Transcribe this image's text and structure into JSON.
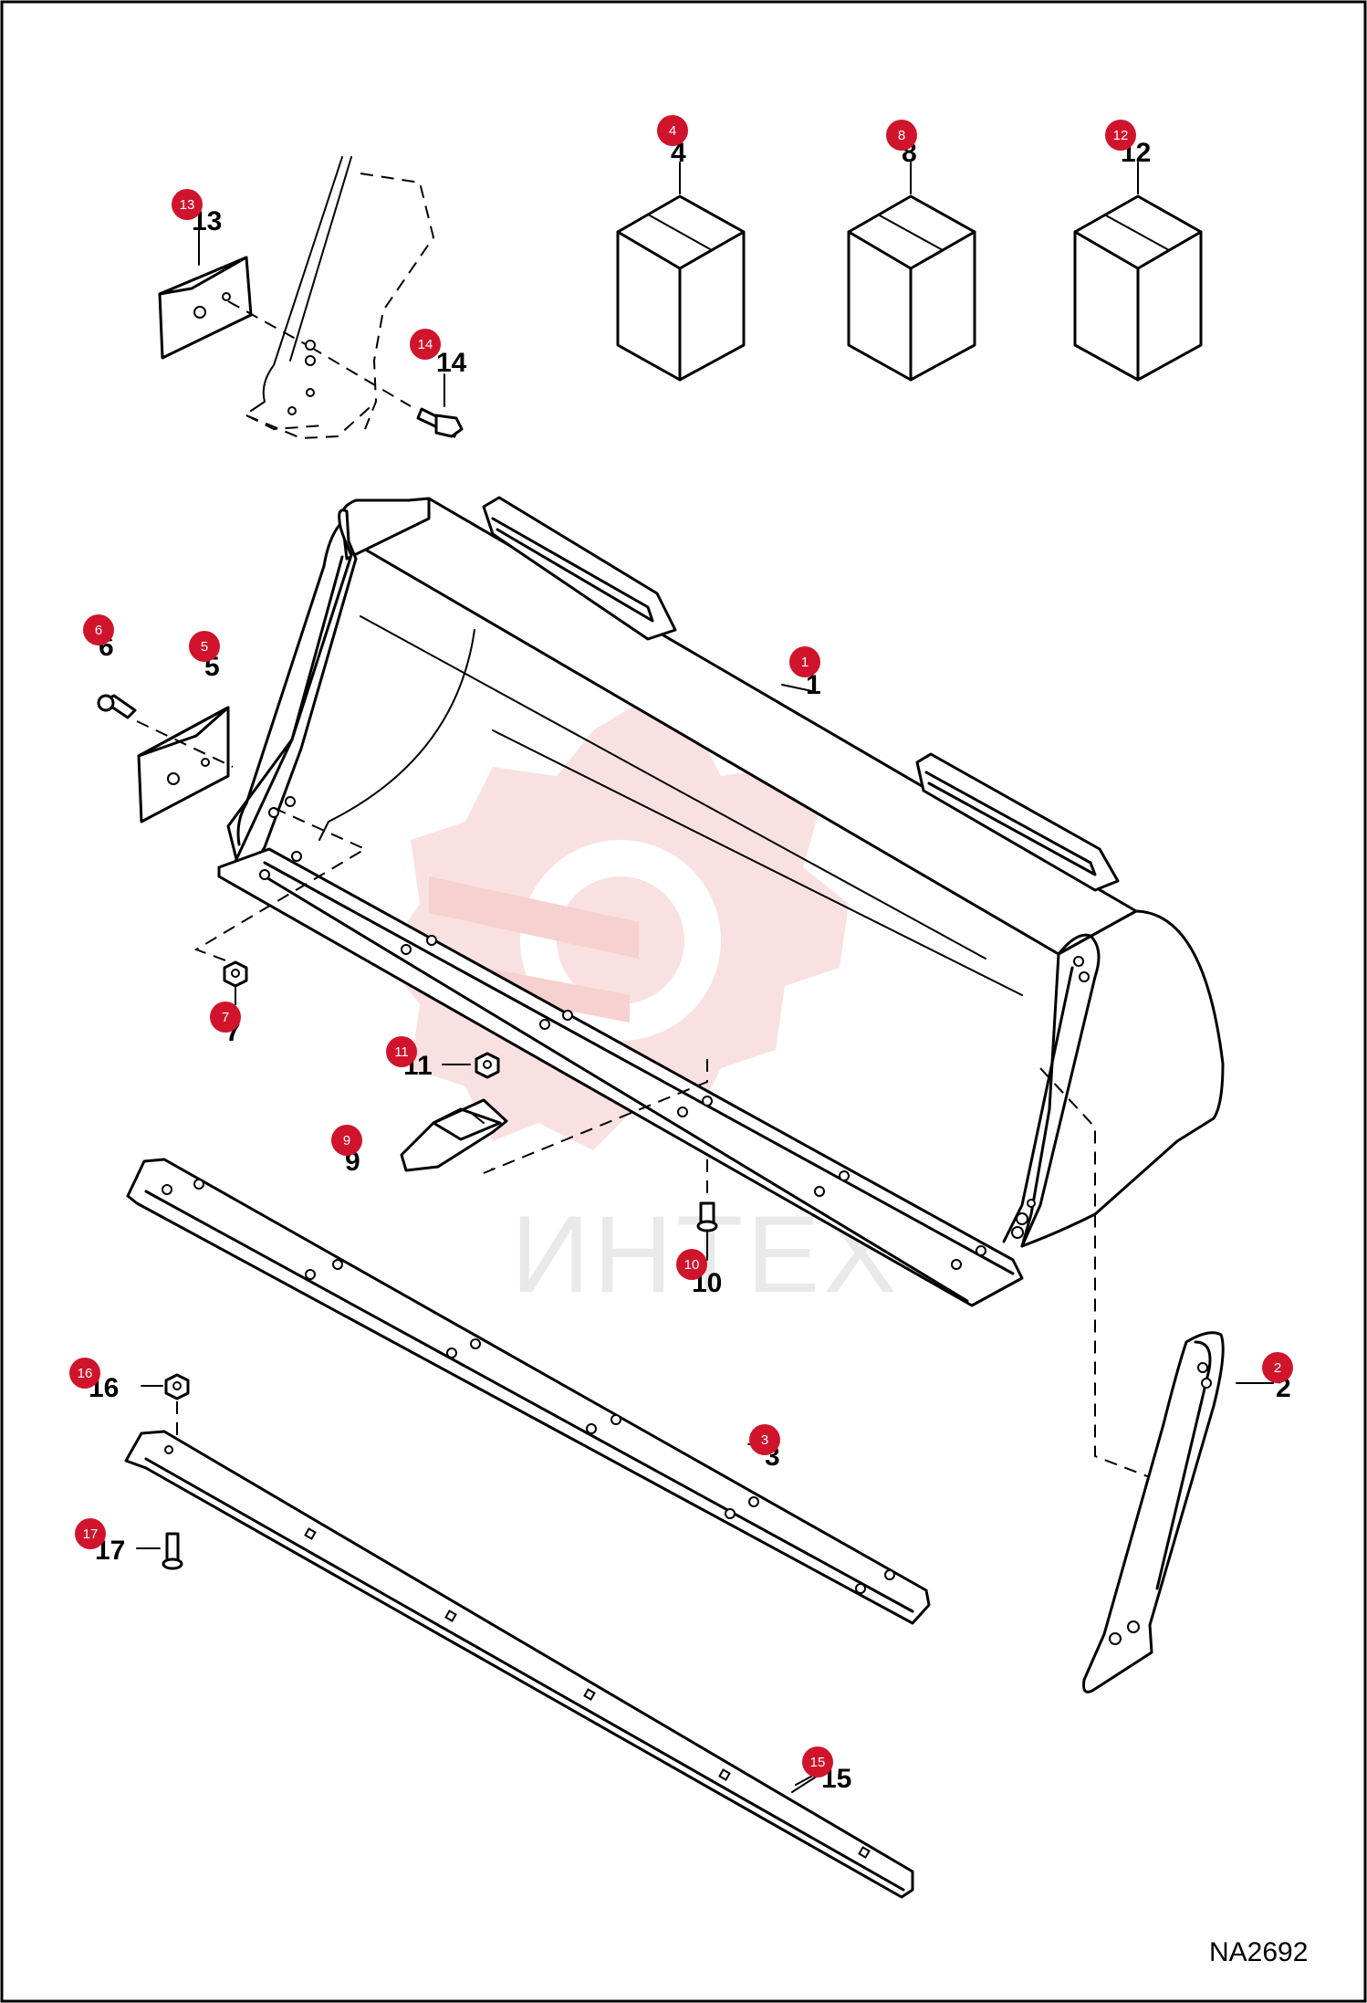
{
  "diagram_code": "NA2692",
  "watermark_text": "ИНТЕХ",
  "colors": {
    "badge": "#d0142c",
    "watermark": "#f3b8b8",
    "frame": "#000000"
  },
  "parts": [
    {
      "id": "1",
      "label": "1"
    },
    {
      "id": "2",
      "label": "2"
    },
    {
      "id": "3",
      "label": "3"
    },
    {
      "id": "4",
      "label": "4"
    },
    {
      "id": "5",
      "label": "5"
    },
    {
      "id": "6",
      "label": "6"
    },
    {
      "id": "7",
      "label": "7"
    },
    {
      "id": "8",
      "label": "8"
    },
    {
      "id": "9",
      "label": "9"
    },
    {
      "id": "10",
      "label": "10"
    },
    {
      "id": "11",
      "label": "11"
    },
    {
      "id": "12",
      "label": "12"
    },
    {
      "id": "13",
      "label": "13"
    },
    {
      "id": "14",
      "label": "14"
    },
    {
      "id": "15",
      "label": "15"
    },
    {
      "id": "16",
      "label": "16"
    },
    {
      "id": "17",
      "label": "17"
    }
  ]
}
